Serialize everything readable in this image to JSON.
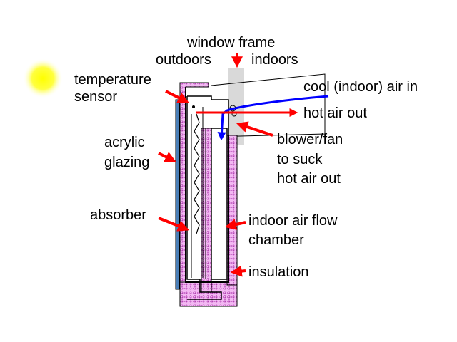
{
  "diagram": {
    "labels": {
      "window_frame": "window frame",
      "outdoors": "outdoors",
      "indoors": "indoors",
      "temperature_sensor": [
        "temperature",
        "sensor"
      ],
      "cool_air_in": "cool (indoor) air in",
      "hot_air_out": "hot air out",
      "blower_fan": [
        "blower/fan",
        "to suck",
        "hot air out"
      ],
      "acrylic_glazing": [
        "acrylic",
        "glazing"
      ],
      "absorber": "absorber",
      "indoor_air_flow_chamber": [
        "indoor air flow",
        "chamber"
      ],
      "insulation": "insulation"
    },
    "colors": {
      "arrow": "#ff0000",
      "cool_air": "#0000ff",
      "hot_air": "#ff0000",
      "insulation": "#f2b8f2",
      "insulation_hatch": "#a020a0",
      "glazing": "#4a7fb8",
      "window_frame": "#d9d9d9",
      "sun": "#ffff00"
    },
    "icons": [
      "sun-icon"
    ]
  }
}
